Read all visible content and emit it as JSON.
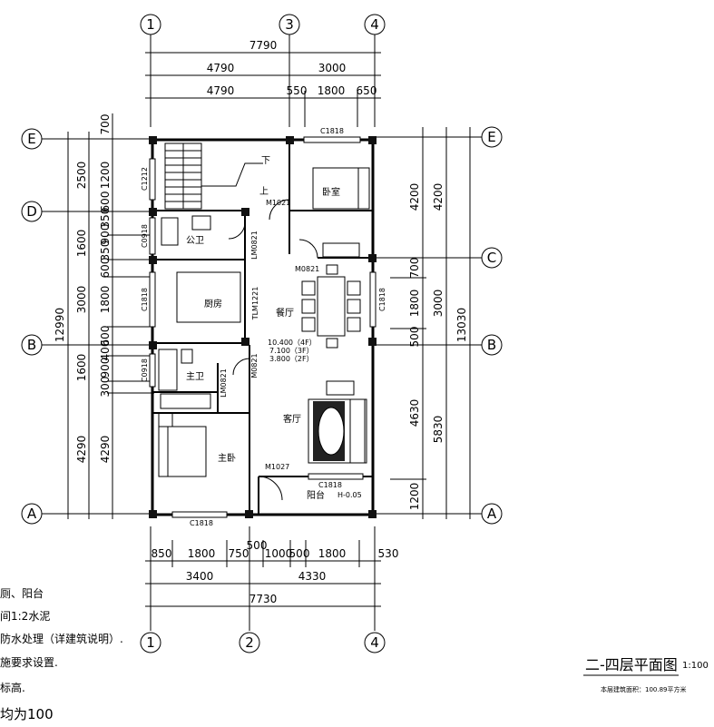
{
  "drawing": {
    "title": "二-四层平面图",
    "scale": "1:100",
    "area_note": "本层建筑面积：100.89平方米",
    "elevation_lines": [
      "10.400（4F）",
      "7.100（3F）",
      "3.800（2F）"
    ]
  },
  "axes": {
    "top": [
      "1",
      "3",
      "4"
    ],
    "bottom": [
      "1",
      "2",
      "4"
    ],
    "left": [
      "E",
      "D",
      "B",
      "A"
    ],
    "right": [
      "E",
      "C",
      "B",
      "A"
    ]
  },
  "dims_top": {
    "overall": "7790",
    "row2": [
      "4790",
      "3000"
    ],
    "row3": [
      "4790",
      "550",
      "1800",
      "650"
    ]
  },
  "dims_bottom": {
    "row1": [
      "850",
      "1800",
      "750",
      "500",
      "1000",
      "500",
      "1800",
      "530"
    ],
    "row2": [
      "3400",
      "4330"
    ],
    "overall": "7730"
  },
  "dims_left": {
    "inner": [
      "700",
      "1200",
      "600",
      "350",
      "900",
      "350",
      "600",
      "1800",
      "600",
      "400",
      "900",
      "300",
      "4290"
    ],
    "middle": [
      "2500",
      "1600",
      "3000",
      "1600",
      "4290"
    ],
    "overall": "12990"
  },
  "dims_right": {
    "inner": [
      "4200",
      "700",
      "1800",
      "500",
      "4630",
      "1200"
    ],
    "middle": [
      "4200",
      "3000",
      "5830"
    ],
    "overall": "13030"
  },
  "rooms": {
    "bedroom": "卧室",
    "public_wc": "公卫",
    "kitchen": "厨房",
    "dining": "餐厅",
    "master_wc": "主卫",
    "living": "客厅",
    "master_bed": "主卧",
    "balcony": "阳台"
  },
  "openings": {
    "c1818_top": "C1818",
    "c1212": "C1212",
    "c0918_a": "C0918",
    "c1818_left": "C1818",
    "c0918_b": "C0918",
    "c1818_right": "C1818",
    "c1818_balcony": "C1818",
    "c1818_bottom": "C1818",
    "m1021": "M1021",
    "lm0821_a": "LM0821",
    "m0821_a": "M0821",
    "tlm1221": "TLM1221",
    "m0821_b": "M0821",
    "lm0821_b": "LM0821",
    "m1027": "M1027"
  },
  "stair": {
    "down": "下",
    "up": "上"
  },
  "balcony_level": "H-0.05",
  "notes": [
    "厕、阳台",
    "间1:2水泥",
    "防水处理（详建筑说明）.",
    "施要求设置.",
    "标高.",
    "均为100"
  ]
}
